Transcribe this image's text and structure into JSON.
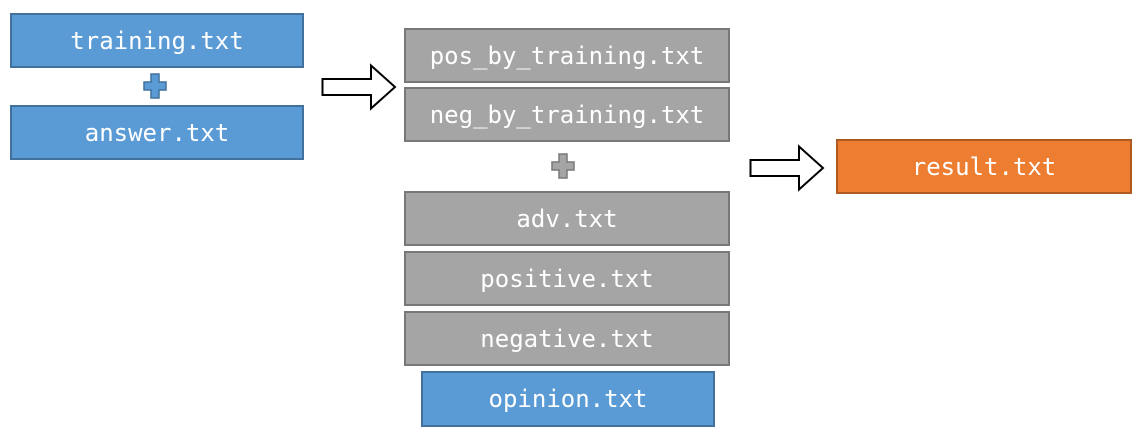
{
  "inputs": {
    "training": "training.txt",
    "answer": "answer.txt"
  },
  "middle": {
    "pos_by_training": "pos_by_training.txt",
    "neg_by_training": "neg_by_training.txt",
    "adv": "adv.txt",
    "positive": "positive.txt",
    "negative": "negative.txt",
    "opinion": "opinion.txt"
  },
  "output": {
    "result": "result.txt"
  },
  "colors": {
    "blue": "#5b9bd5",
    "gray": "#a5a5a5",
    "orange": "#ed7d31"
  }
}
